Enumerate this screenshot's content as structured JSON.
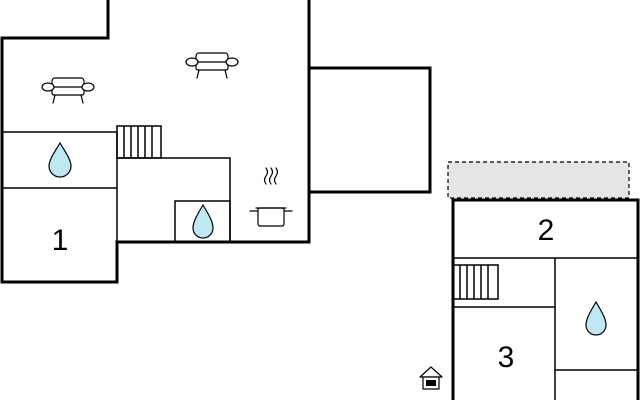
{
  "rooms": [
    {
      "id": "room-1",
      "label": "1"
    },
    {
      "id": "room-2",
      "label": "2"
    },
    {
      "id": "room-3",
      "label": "3"
    }
  ],
  "icons": {
    "sofa": "sofa-icon",
    "bathroom": "water-drop-icon",
    "kitchen": "cooking-pot-icon",
    "stairs": "stairs-icon",
    "entrance": "entrance-house-icon"
  },
  "colors": {
    "wall": "#000000",
    "water_drop": "#bfe9f2",
    "terrace": "#e5e5e5",
    "background": "#ffffff"
  }
}
